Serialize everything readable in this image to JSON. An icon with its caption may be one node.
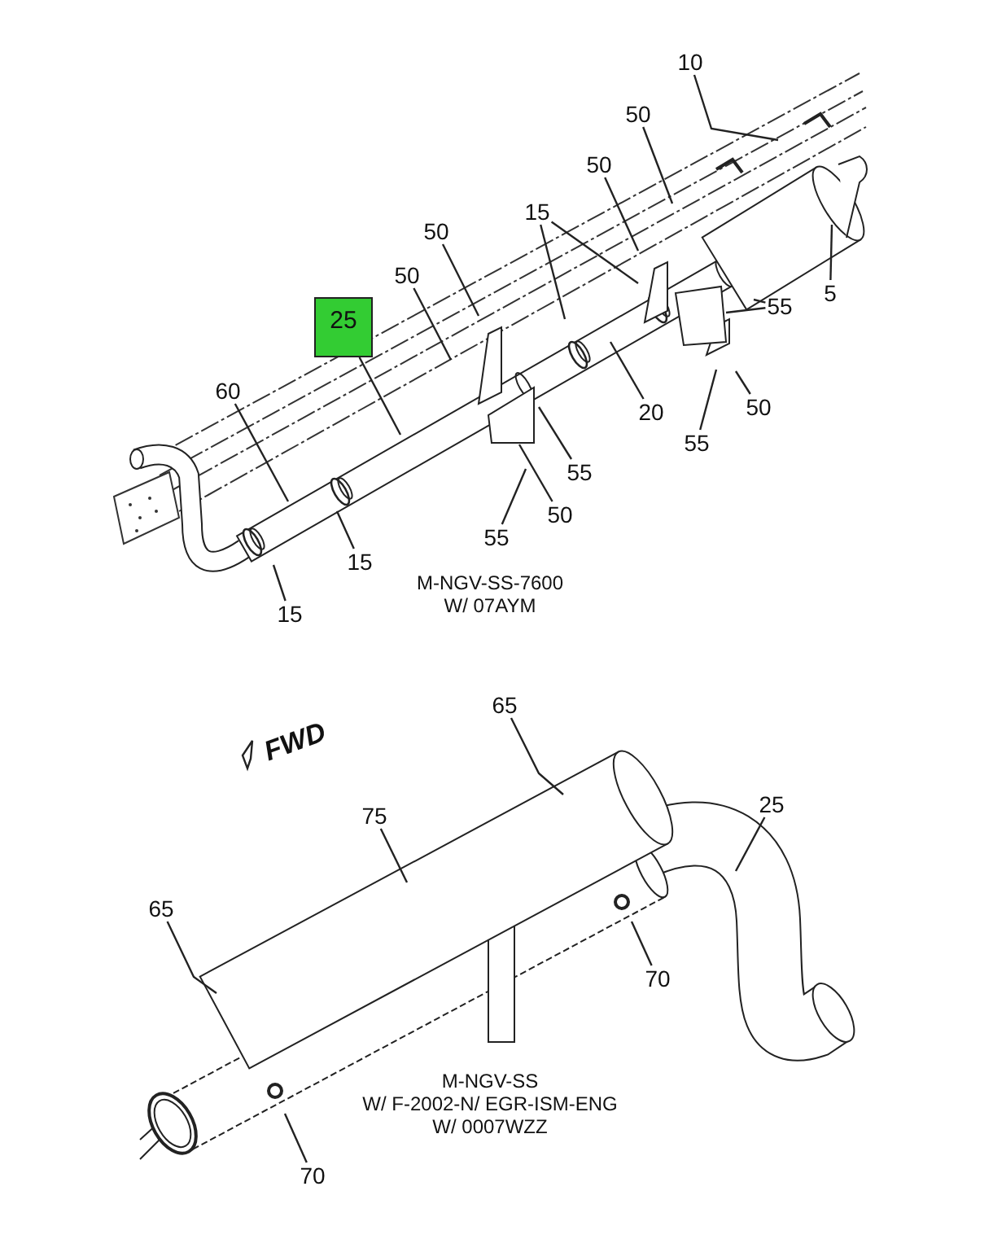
{
  "diagram": {
    "nodes": [
      {
        "text": [
          "10"
        ]
      },
      {
        "text": [
          "50"
        ]
      },
      {
        "text": [
          "50"
        ]
      },
      {
        "text": [
          "15"
        ]
      },
      {
        "text": [
          "50"
        ]
      },
      {
        "text": [
          "50"
        ]
      },
      {
        "text": [
          "5"
        ]
      },
      {
        "text": [
          "55"
        ]
      },
      {
        "text": [
          "25"
        ]
      },
      {
        "text": [
          "60"
        ]
      },
      {
        "text": [
          "20"
        ]
      },
      {
        "text": [
          "50"
        ]
      },
      {
        "text": [
          "55"
        ]
      },
      {
        "text": [
          "55"
        ]
      },
      {
        "text": [
          "50"
        ]
      },
      {
        "text": [
          "55"
        ]
      },
      {
        "text": [
          "15"
        ]
      },
      {
        "text": [
          "15"
        ]
      },
      {
        "text": [
          "65"
        ]
      },
      {
        "text": [
          "25"
        ]
      },
      {
        "text": [
          "75"
        ]
      },
      {
        "text": [
          "65"
        ]
      },
      {
        "text": [
          "70"
        ]
      },
      {
        "text": [
          "70"
        ]
      }
    ],
    "edges": [
      {
        "from": 0,
        "to": null,
        "arrow": "none"
      },
      {
        "from": 1,
        "to": null,
        "arrow": "none"
      },
      {
        "from": 2,
        "to": null,
        "arrow": "none"
      },
      {
        "from": 3,
        "to": null,
        "arrow": "none"
      },
      {
        "from": 3,
        "to": null,
        "arrow": "none"
      },
      {
        "from": 4,
        "to": null,
        "arrow": "none"
      },
      {
        "from": 5,
        "to": null,
        "arrow": "none"
      },
      {
        "from": 6,
        "to": null,
        "arrow": "none"
      },
      {
        "from": 7,
        "to": null,
        "arrow": "none"
      },
      {
        "from": 7,
        "to": null,
        "arrow": "none"
      },
      {
        "from": 8,
        "to": null,
        "arrow": "none"
      },
      {
        "from": 9,
        "to": null,
        "arrow": "none"
      },
      {
        "from": 10,
        "to": null,
        "arrow": "none"
      },
      {
        "from": 11,
        "to": null,
        "arrow": "none"
      },
      {
        "from": 12,
        "to": null,
        "arrow": "none"
      },
      {
        "from": 13,
        "to": null,
        "arrow": "none"
      },
      {
        "from": 14,
        "to": null,
        "arrow": "none"
      },
      {
        "from": 15,
        "to": null,
        "arrow": "none"
      },
      {
        "from": 16,
        "to": null,
        "arrow": "none"
      },
      {
        "from": 17,
        "to": null,
        "arrow": "none"
      },
      {
        "from": 18,
        "to": null,
        "arrow": "none"
      },
      {
        "from": 19,
        "to": null,
        "arrow": "none"
      },
      {
        "from": 20,
        "to": null,
        "arrow": "none"
      },
      {
        "from": 21,
        "to": null,
        "arrow": "none"
      },
      {
        "from": 22,
        "to": null,
        "arrow": "none"
      },
      {
        "from": 23,
        "to": null,
        "arrow": "none"
      }
    ],
    "labels": [
      "M-NGV-SS-7600",
      "W/ 07AYM",
      "FWD",
      "M-NGV-SS",
      "W/ F-2002-N/ EGR-ISM-ENG",
      "W/ 0007WZZ"
    ]
  }
}
